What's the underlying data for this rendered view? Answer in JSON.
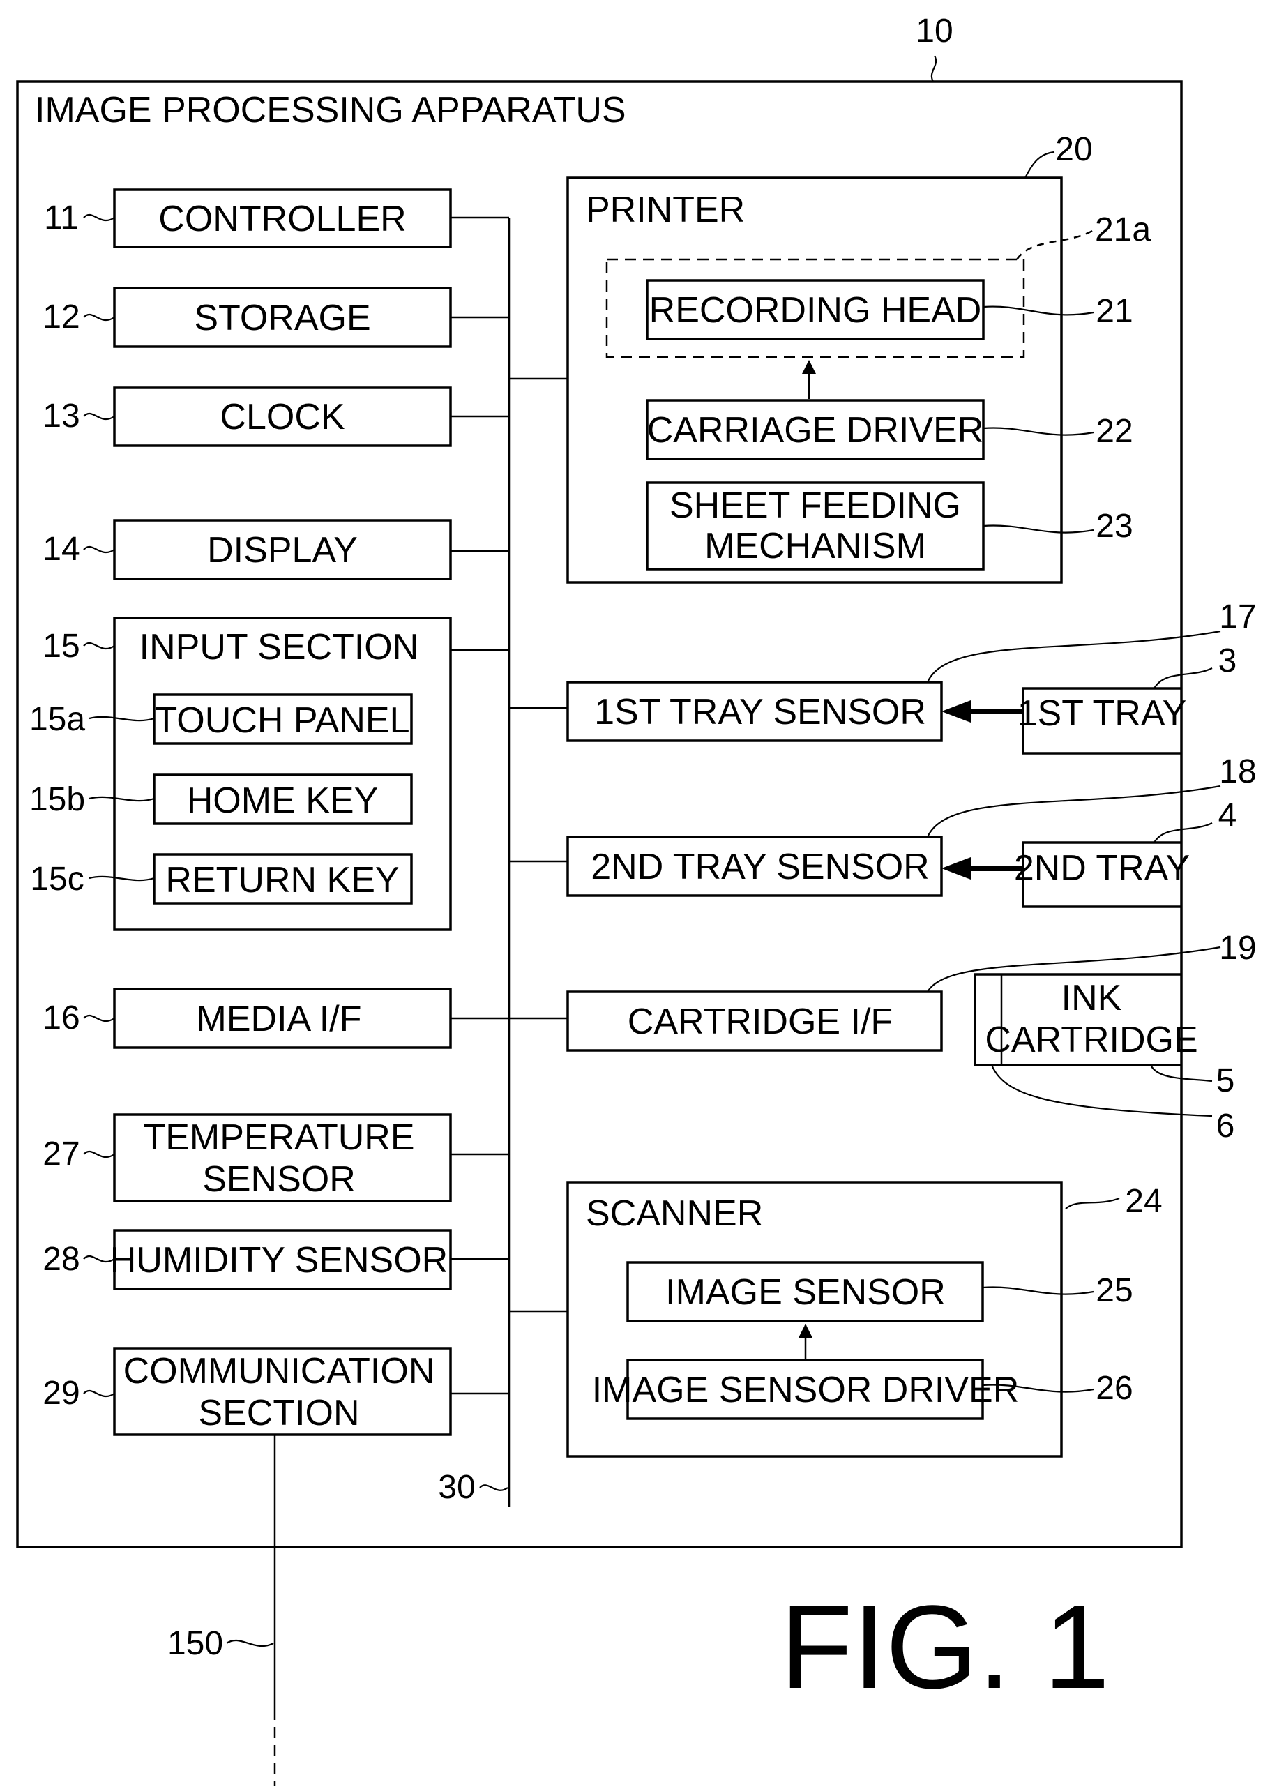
{
  "apparatus": {
    "title": "IMAGE PROCESSING APPARATUS",
    "ref": "10"
  },
  "blocks": {
    "controller": {
      "label": "CONTROLLER",
      "ref": "11"
    },
    "storage": {
      "label": "STORAGE",
      "ref": "12"
    },
    "clock": {
      "label": "CLOCK",
      "ref": "13"
    },
    "display": {
      "label": "DISPLAY",
      "ref": "14"
    },
    "input_section": {
      "label": "INPUT SECTION",
      "ref": "15"
    },
    "touch_panel": {
      "label": "TOUCH PANEL",
      "ref": "15a"
    },
    "home_key": {
      "label": "HOME KEY",
      "ref": "15b"
    },
    "return_key": {
      "label": "RETURN KEY",
      "ref": "15c"
    },
    "media_if": {
      "label": "MEDIA I/F",
      "ref": "16"
    },
    "temperature_sensor": {
      "label_line1": "TEMPERATURE",
      "label_line2": "SENSOR",
      "ref": "27"
    },
    "humidity_sensor": {
      "label": "HUMIDITY SENSOR",
      "ref": "28"
    },
    "communication_section": {
      "label_line1": "COMMUNICATION",
      "label_line2": "SECTION",
      "ref": "29"
    },
    "bus": {
      "ref": "30"
    },
    "network": {
      "ref": "150"
    },
    "printer": {
      "label": "PRINTER",
      "ref": "20"
    },
    "recording_head_unit": {
      "ref": "21a"
    },
    "recording_head": {
      "label": "RECORDING HEAD",
      "ref": "21"
    },
    "carriage_driver": {
      "label": "CARRIAGE DRIVER",
      "ref": "22"
    },
    "sheet_feeding": {
      "label_line1": "SHEET FEEDING",
      "label_line2": "MECHANISM",
      "ref": "23"
    },
    "tray_sensor_1": {
      "label": "1ST TRAY SENSOR",
      "ref": "17"
    },
    "tray_1": {
      "label": "1ST TRAY",
      "ref": "3"
    },
    "tray_sensor_2": {
      "label": "2ND TRAY SENSOR",
      "ref": "18"
    },
    "tray_2": {
      "label": "2ND TRAY",
      "ref": "4"
    },
    "cartridge_if": {
      "label": "CARTRIDGE I/F",
      "ref": "19"
    },
    "ink_cartridge": {
      "label_line1": "INK",
      "label_line2": "CARTRIDGE",
      "ref": "5"
    },
    "cartridge_contact": {
      "ref": "6"
    },
    "scanner": {
      "label": "SCANNER",
      "ref": "24"
    },
    "image_sensor": {
      "label": "IMAGE SENSOR",
      "ref": "25"
    },
    "image_sensor_driver": {
      "label": "IMAGE SENSOR DRIVER",
      "ref": "26"
    }
  },
  "figure": {
    "caption": "FIG. 1"
  }
}
